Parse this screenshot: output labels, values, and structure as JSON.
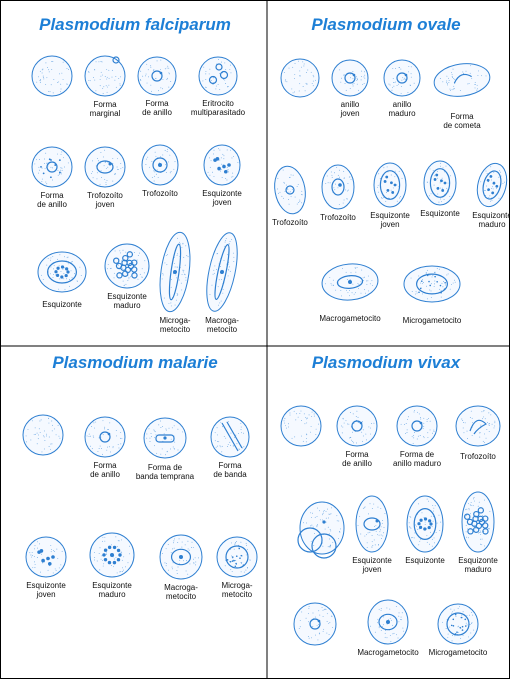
{
  "panels": [
    {
      "title": "Plasmodium falciparum",
      "cells": [
        {
          "label": [
            ""
          ],
          "kind": "plain"
        },
        {
          "label": [
            "Forma",
            "marginal"
          ],
          "kind": "marginal"
        },
        {
          "label": [
            "Forma",
            "de anillo"
          ],
          "kind": "ring"
        },
        {
          "label": [
            "Eritrocito",
            "multiparasitado"
          ],
          "kind": "multi"
        },
        {
          "label": [
            "Forma",
            "de anillo"
          ],
          "kind": "ring-dots"
        },
        {
          "label": [
            "Trofozoíto",
            "joven"
          ],
          "kind": "troph"
        },
        {
          "label": [
            "Trofozoíto"
          ],
          "kind": "troph2"
        },
        {
          "label": [
            "Esquizonte",
            "joven"
          ],
          "kind": "schizont-young"
        },
        {
          "label": [
            "Esquizonte"
          ],
          "kind": "schizont"
        },
        {
          "label": [
            "Esquizonte",
            "maduro"
          ],
          "kind": "schizont-mature"
        },
        {
          "label": [
            "Microga-",
            "metocito"
          ],
          "kind": "crescent"
        },
        {
          "label": [
            "Macroga-",
            "metocito"
          ],
          "kind": "crescent2"
        }
      ]
    },
    {
      "title": "Plasmodium ovale",
      "cells": [
        {
          "label": [
            ""
          ],
          "kind": "plain"
        },
        {
          "label": [
            "anillo",
            "joven"
          ],
          "kind": "ring"
        },
        {
          "label": [
            "anillo",
            "maduro"
          ],
          "kind": "ring"
        },
        {
          "label": [
            "Forma",
            "de cometa"
          ],
          "kind": "comet"
        },
        {
          "label": [
            "Trofozoíto"
          ],
          "kind": "oval-ring"
        },
        {
          "label": [
            "Trofozoíto"
          ],
          "kind": "oval-troph"
        },
        {
          "label": [
            "Esquizonte",
            "joven"
          ],
          "kind": "oval-schizont"
        },
        {
          "label": [
            "Esquizonte"
          ],
          "kind": "oval-schizont"
        },
        {
          "label": [
            "Esquizonte",
            "maduro"
          ],
          "kind": "oval-schizont"
        },
        {
          "label": [
            "Macrogametocito"
          ],
          "kind": "gameto"
        },
        {
          "label": [
            "Microgametocito"
          ],
          "kind": "gameto-dots"
        }
      ]
    },
    {
      "title": "Plasmodium malarie",
      "cells": [
        {
          "label": [
            ""
          ],
          "kind": "plain"
        },
        {
          "label": [
            "Forma",
            "de anillo"
          ],
          "kind": "ring"
        },
        {
          "label": [
            "Forma de",
            "banda temprana"
          ],
          "kind": "band"
        },
        {
          "label": [
            "Forma",
            "de banda"
          ],
          "kind": "band2"
        },
        {
          "label": [
            "Esquizonte",
            "joven"
          ],
          "kind": "schizont-young"
        },
        {
          "label": [
            "Esquizonte",
            "maduro"
          ],
          "kind": "rosette"
        },
        {
          "label": [
            "Macroga-",
            "metocito"
          ],
          "kind": "gameto"
        },
        {
          "label": [
            "Microga-",
            "metocito"
          ],
          "kind": "gameto-dots"
        }
      ]
    },
    {
      "title": "Plasmodium vivax",
      "cells": [
        {
          "label": [
            ""
          ],
          "kind": "plain"
        },
        {
          "label": [
            "Forma",
            "de anillo"
          ],
          "kind": "ring"
        },
        {
          "label": [
            "Forma de",
            "anillo maduro"
          ],
          "kind": "ring"
        },
        {
          "label": [
            "Trofozoíto"
          ],
          "kind": "amoeboid"
        },
        {
          "label": [
            ""
          ],
          "kind": "cluster"
        },
        {
          "label": [
            "Esquizonte",
            "joven"
          ],
          "kind": "troph"
        },
        {
          "label": [
            "Esquizonte"
          ],
          "kind": "schizont"
        },
        {
          "label": [
            "Esquizonte",
            "maduro"
          ],
          "kind": "schizont-mature"
        },
        {
          "label": [
            ""
          ],
          "kind": "ring"
        },
        {
          "label": [
            "Macrogametocito"
          ],
          "kind": "gameto"
        },
        {
          "label": [
            "Microgametocito"
          ],
          "kind": "gameto-dots"
        }
      ]
    }
  ],
  "colors": {
    "title": "#1d7fd6",
    "stroke": "#2e7fd1",
    "fill": "#f5f9ff",
    "stipple": "#6aa6e2",
    "frame": "#000000"
  }
}
